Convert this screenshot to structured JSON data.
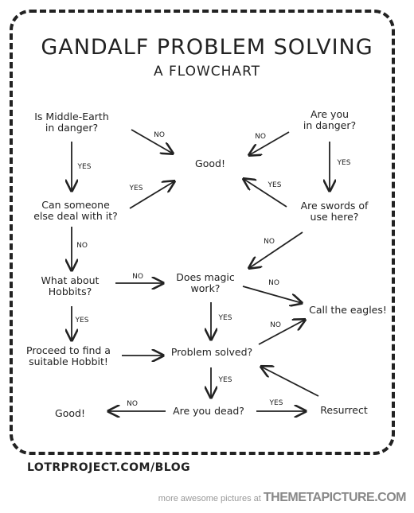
{
  "title": "GANDALF PROBLEM SOLVING",
  "subtitle": "A FLOWCHART",
  "nodes": {
    "middle_earth_danger": "Is Middle-Earth\nin danger?",
    "you_in_danger": "Are you\nin danger?",
    "good_top": "Good!",
    "someone_else": "Can someone\nelse deal with it?",
    "swords": "Are swords of\nuse here?",
    "hobbits": "What about\nHobbits?",
    "magic": "Does magic\nwork?",
    "eagles": "Call the eagles!",
    "find_hobbit": "Proceed to find a\nsuitable Hobbit!",
    "solved": "Problem solved?",
    "good_bottom": "Good!",
    "dead": "Are you dead?",
    "resurrect": "Resurrect"
  },
  "edge_labels": {
    "me_no": "NO",
    "you_no": "NO",
    "me_yes": "YES",
    "you_yes": "YES",
    "else_yes": "YES",
    "swords_yes": "YES",
    "else_no": "NO",
    "swords_no": "NO",
    "hobbits_no": "NO",
    "magic_no": "NO",
    "hobbits_yes": "YES",
    "magic_yes": "YES",
    "solved_no": "NO",
    "solved_yes": "YES",
    "dead_no": "NO",
    "dead_yes": "YES"
  },
  "footer": "LOTRPROJECT.COM/BLOG",
  "promo": {
    "text": "more awesome pictures at",
    "site": "THEMETAPICTURE.COM"
  }
}
